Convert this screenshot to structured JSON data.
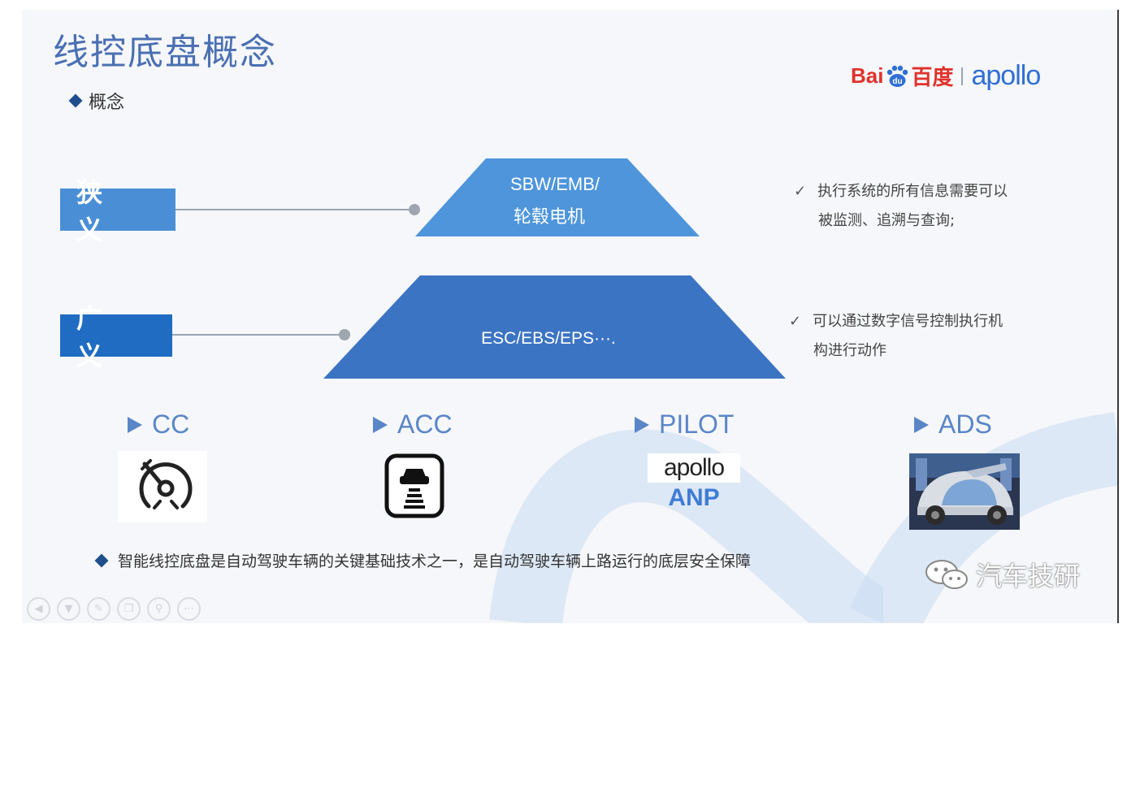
{
  "slide": {
    "title": "线控底盘概念",
    "concept_label": "概念",
    "logo": {
      "baidu_text": "Bai",
      "baidu_cn": "百度",
      "du": "du",
      "apollo": "apollo"
    },
    "narrow": {
      "tag": "狭 义",
      "pyramid_line1": "SBW/EMB/",
      "pyramid_line2": "轮毂电机",
      "note_line1": "执行系统的所有信息需要可以",
      "note_line2": "被监测、追溯与查询;"
    },
    "broad": {
      "tag": "广 义",
      "pyramid_text": "ESC/EBS/EPS···.",
      "note_line1": "可以通过数字信号控制执行机",
      "note_line2": "构进行动作"
    },
    "check_mark": "✓",
    "levels": [
      {
        "label": "CC"
      },
      {
        "label": "ACC"
      },
      {
        "label": "PILOT",
        "logo": "apollo",
        "sub": "ANP"
      },
      {
        "label": "ADS"
      }
    ],
    "footer": "智能线控底盘是自动驾驶车辆的关键基础技术之一，是自动驾驶车辆上路运行的底层安全保障",
    "watermark": "汽车技研",
    "nav_icons": [
      "prev-icon",
      "down-icon",
      "pen-icon",
      "copy-icon",
      "zoom-icon",
      "more-icon"
    ],
    "colors": {
      "title": "#4a6fb3",
      "narrow": "#4a8fd6",
      "broad": "#1f6cc2",
      "pyramid_top": "#4e95db",
      "pyramid_bottom": "#3c74c4"
    }
  }
}
